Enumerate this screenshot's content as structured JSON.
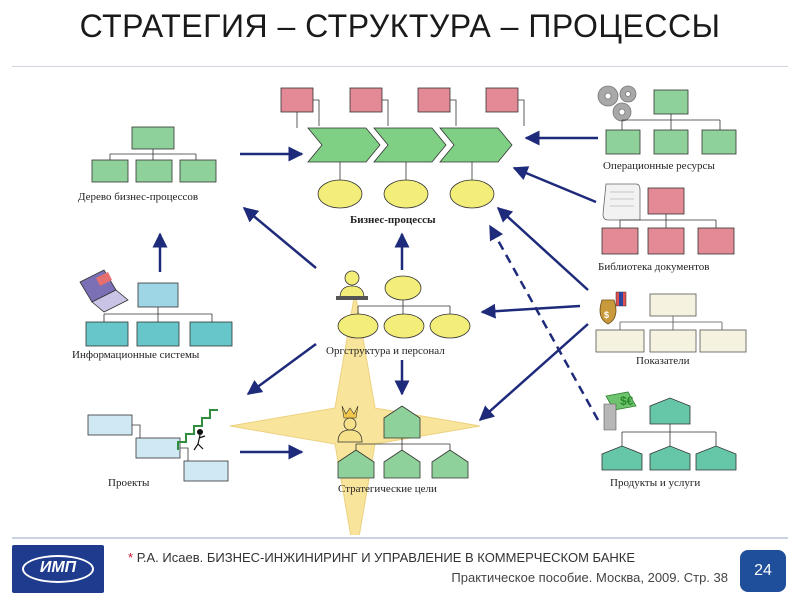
{
  "title": "СТРАТЕГИЯ – СТРУКТУРА – ПРОЦЕССЫ",
  "labels": {
    "tree": "Дерево бизнес-процессов",
    "business_processes": "Бизнес-процессы",
    "operational_resources": "Операционные ресурсы",
    "document_library": "Библиотека документов",
    "info_systems": "Информационные системы",
    "org_structure": "Оргструктура и персонал",
    "indicators": "Показатели",
    "projects": "Проекты",
    "strategic_goals": "Стратегические цели",
    "products_services": "Продукты и услуги"
  },
  "money_icon_text": "$€",
  "dollar_bag_text": "$",
  "footer": {
    "logo_text": "ИМП",
    "star": "*",
    "citation_line1": "Р.А. Исаев. БИЗНЕС-ИНЖИНИРИНГ И УПРАВЛЕНИЕ В КОММЕРЧЕСКОМ БАНКЕ",
    "citation_line2": "Практическое пособие. Москва, 2009. Стр. 38",
    "page_number": "24"
  },
  "colors": {
    "red_box": "#e48a96",
    "green_box": "#8fd19a",
    "blue_box": "#9fd6e6",
    "teal_box": "#66c6c9",
    "yellow_oval": "#f3ee7a",
    "cream_box": "#f5f3df",
    "arrow": "#1e2a7a",
    "star": "#f7e08a",
    "badge": "#1f4e9a",
    "logo": "#1f3b8e"
  }
}
